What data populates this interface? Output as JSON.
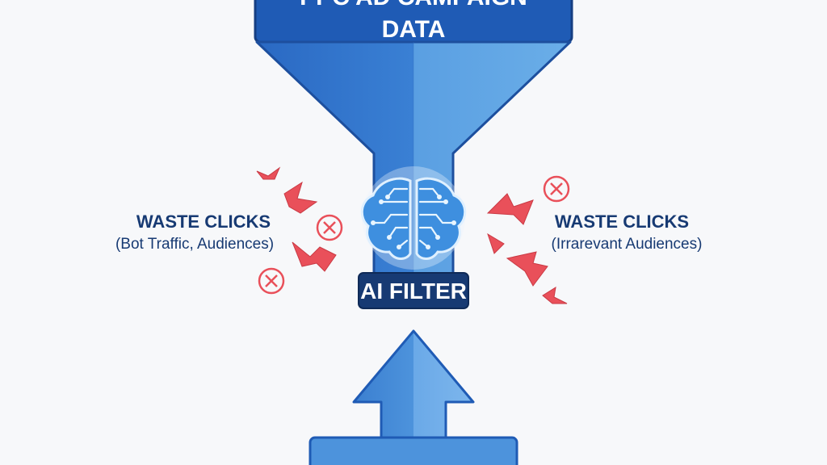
{
  "header": {
    "line1": "PPC AD CAMPAIGN",
    "line2": "DATA"
  },
  "filter": {
    "label": "AI FILTER",
    "icon": "brain-circuit-icon"
  },
  "left_callout": {
    "title": "WASTE CLICKS",
    "subtitle": "(Bot Traffic, Audiences)"
  },
  "right_callout": {
    "title": "WASTE CLICKS",
    "subtitle": "(Irrarevant Audiences)"
  },
  "colors": {
    "funnel_dark": "#1f5bb5",
    "funnel_light": "#5fa3e3",
    "navy": "#173a73",
    "waste_red": "#e9505a",
    "arrow_blue": "#4a8fd6"
  }
}
